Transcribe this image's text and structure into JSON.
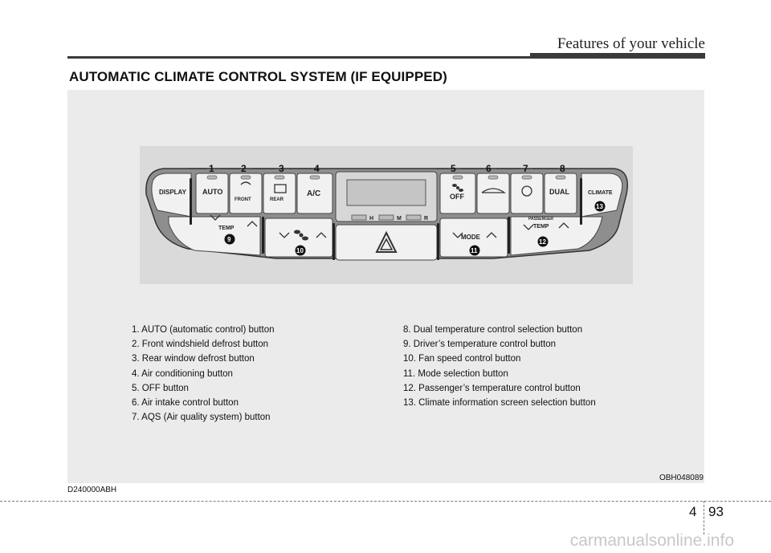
{
  "header": {
    "section_title": "Features of your vehicle"
  },
  "title": "AUTOMATIC CLIMATE CONTROL SYSTEM (IF EQUIPPED)",
  "panel": {
    "top_buttons": [
      "DISPLAY",
      "AUTO",
      "FRONT",
      "REAR",
      "A/C",
      "OFF",
      "DUAL",
      "CLIMATE"
    ],
    "bottom_labels": [
      "TEMP",
      "MODE",
      "PASSENGER",
      "TEMP"
    ],
    "indicators": [
      "H",
      "M",
      "R"
    ],
    "callouts": [
      "1",
      "2",
      "3",
      "4",
      "5",
      "6",
      "7",
      "8",
      "9",
      "10",
      "11",
      "12",
      "13"
    ]
  },
  "legend_left": [
    "1. AUTO (automatic control) button",
    "2. Front windshield defrost button",
    "3. Rear window defrost button",
    "4. Air conditioning button",
    "5. OFF button",
    "6. Air intake control button",
    "7. AQS (Air quality system) button"
  ],
  "legend_right": [
    "8. Dual temperature control selection button",
    "9. Driver’s temperature control button",
    "10. Fan speed control button",
    "11. Mode selection button",
    "12. Passenger’s temperature control button",
    "13. Climate information screen selection button"
  ],
  "figure_code": "OBH048089",
  "doc_code": "D240000ABH",
  "footer": {
    "chapter": "4",
    "page": "93",
    "watermark": "carmanualsonline.info"
  }
}
